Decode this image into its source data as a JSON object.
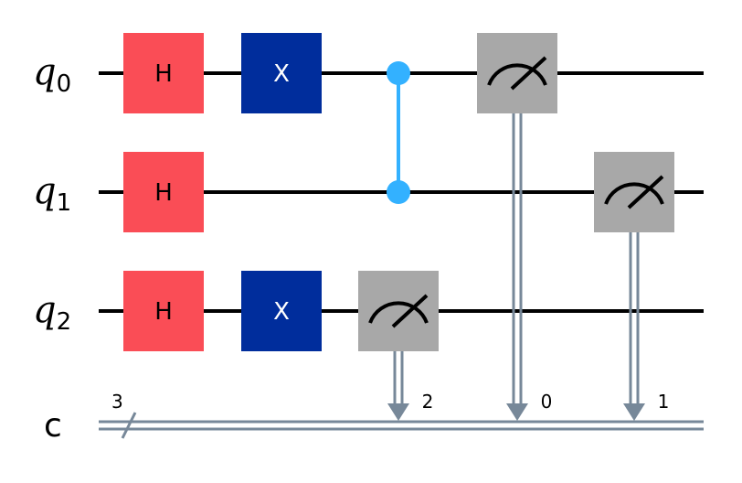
{
  "circuit": {
    "qubits": [
      {
        "label": "q",
        "index": "0"
      },
      {
        "label": "q",
        "index": "1"
      },
      {
        "label": "q",
        "index": "2"
      }
    ],
    "classical": {
      "label": "c",
      "size": "3"
    },
    "gates": [
      {
        "type": "H",
        "label": "H",
        "qubit": 0,
        "column": 0
      },
      {
        "type": "H",
        "label": "H",
        "qubit": 1,
        "column": 0
      },
      {
        "type": "H",
        "label": "H",
        "qubit": 2,
        "column": 0
      },
      {
        "type": "X",
        "label": "X",
        "qubit": 0,
        "column": 1
      },
      {
        "type": "X",
        "label": "X",
        "qubit": 2,
        "column": 1
      },
      {
        "type": "CZ",
        "qubits": [
          0,
          1
        ],
        "column": 2
      },
      {
        "type": "measure",
        "qubit": 2,
        "clbit": "2",
        "column": 2
      },
      {
        "type": "measure",
        "qubit": 0,
        "clbit": "0",
        "column": 3
      },
      {
        "type": "measure",
        "qubit": 1,
        "clbit": "1",
        "column": 4
      }
    ],
    "colors": {
      "h_gate": "#fa4d56",
      "x_gate": "#002d9c",
      "cz": "#33b1ff",
      "measure": "#a8a8a8",
      "classical": "#778899",
      "wire": "#000000"
    }
  }
}
